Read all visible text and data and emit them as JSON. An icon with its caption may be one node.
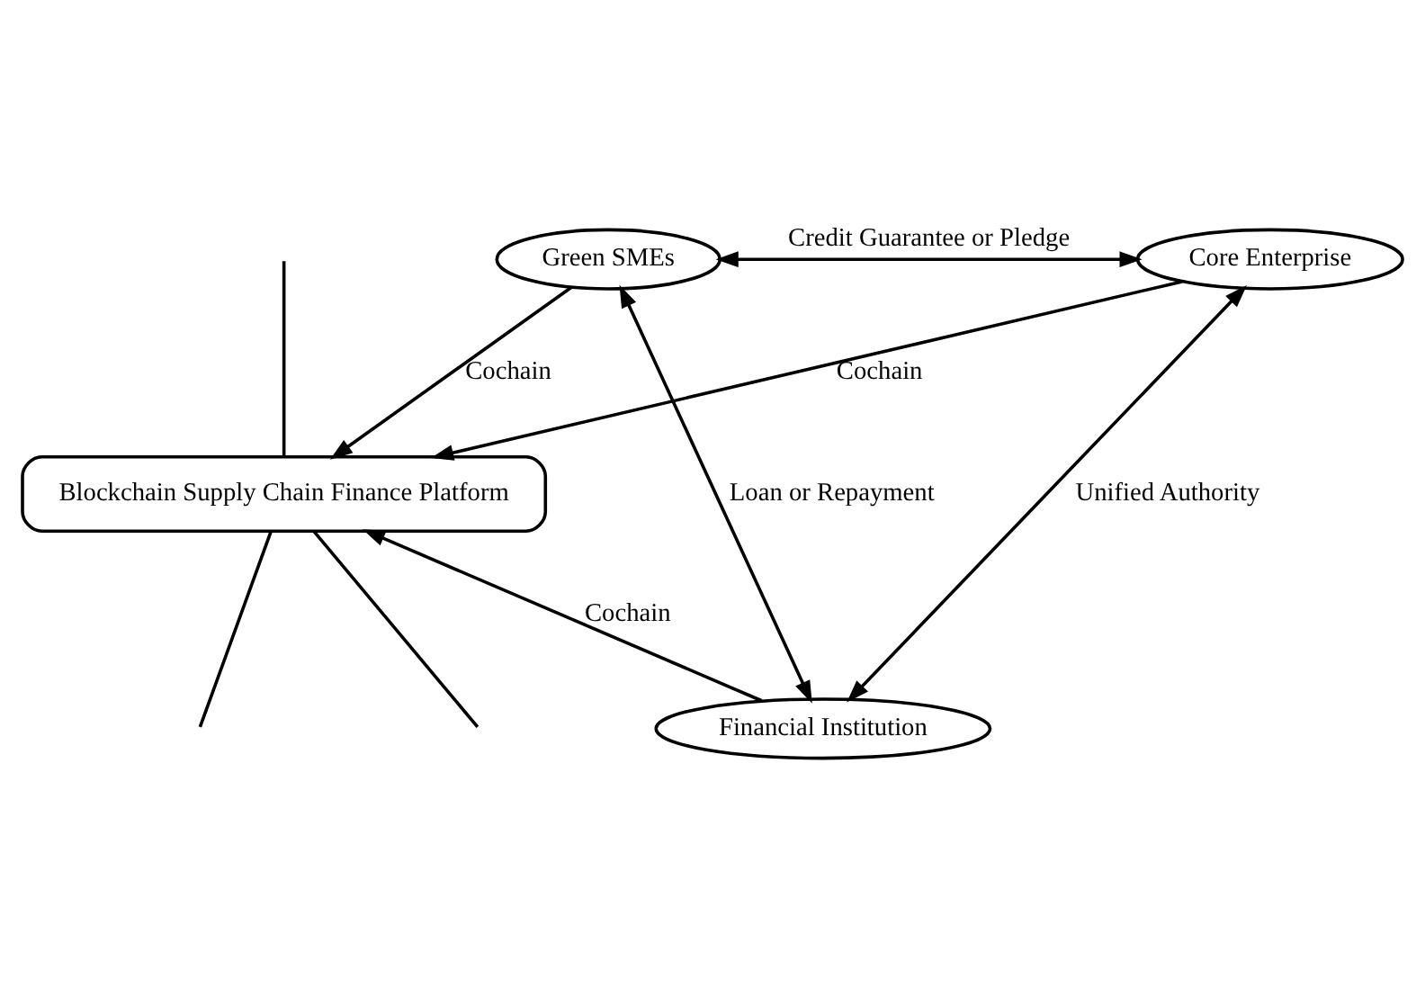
{
  "diagram": {
    "nodes": [
      {
        "text": [
          "Green SMEs"
        ]
      },
      {
        "text": [
          "Core Enterprise"
        ]
      },
      {
        "text": [
          "Blockchain Supply Chain Finance Platform"
        ]
      },
      {
        "text": [
          "Financial Institution"
        ]
      }
    ],
    "edges": [
      {
        "from": 0,
        "to": 1,
        "label": "Credit Guarantee or Pledge",
        "arrow": "both"
      },
      {
        "from": 2,
        "to": null,
        "arrow": "none"
      },
      {
        "from": 0,
        "to": 2,
        "label": "Cochain",
        "arrow": "to"
      },
      {
        "from": 1,
        "to": 2,
        "label": "Cochain",
        "arrow": "to"
      },
      {
        "from": 3,
        "to": 0,
        "label": "Loan or Repayment",
        "arrow": "both"
      },
      {
        "from": 1,
        "to": 3,
        "label": "Unified Authority",
        "arrow": "both"
      },
      {
        "from": 2,
        "to": null,
        "arrow": "none"
      },
      {
        "from": 2,
        "to": null,
        "arrow": "none"
      },
      {
        "from": 3,
        "to": 2,
        "label": "Cochain",
        "arrow": "to"
      }
    ]
  }
}
